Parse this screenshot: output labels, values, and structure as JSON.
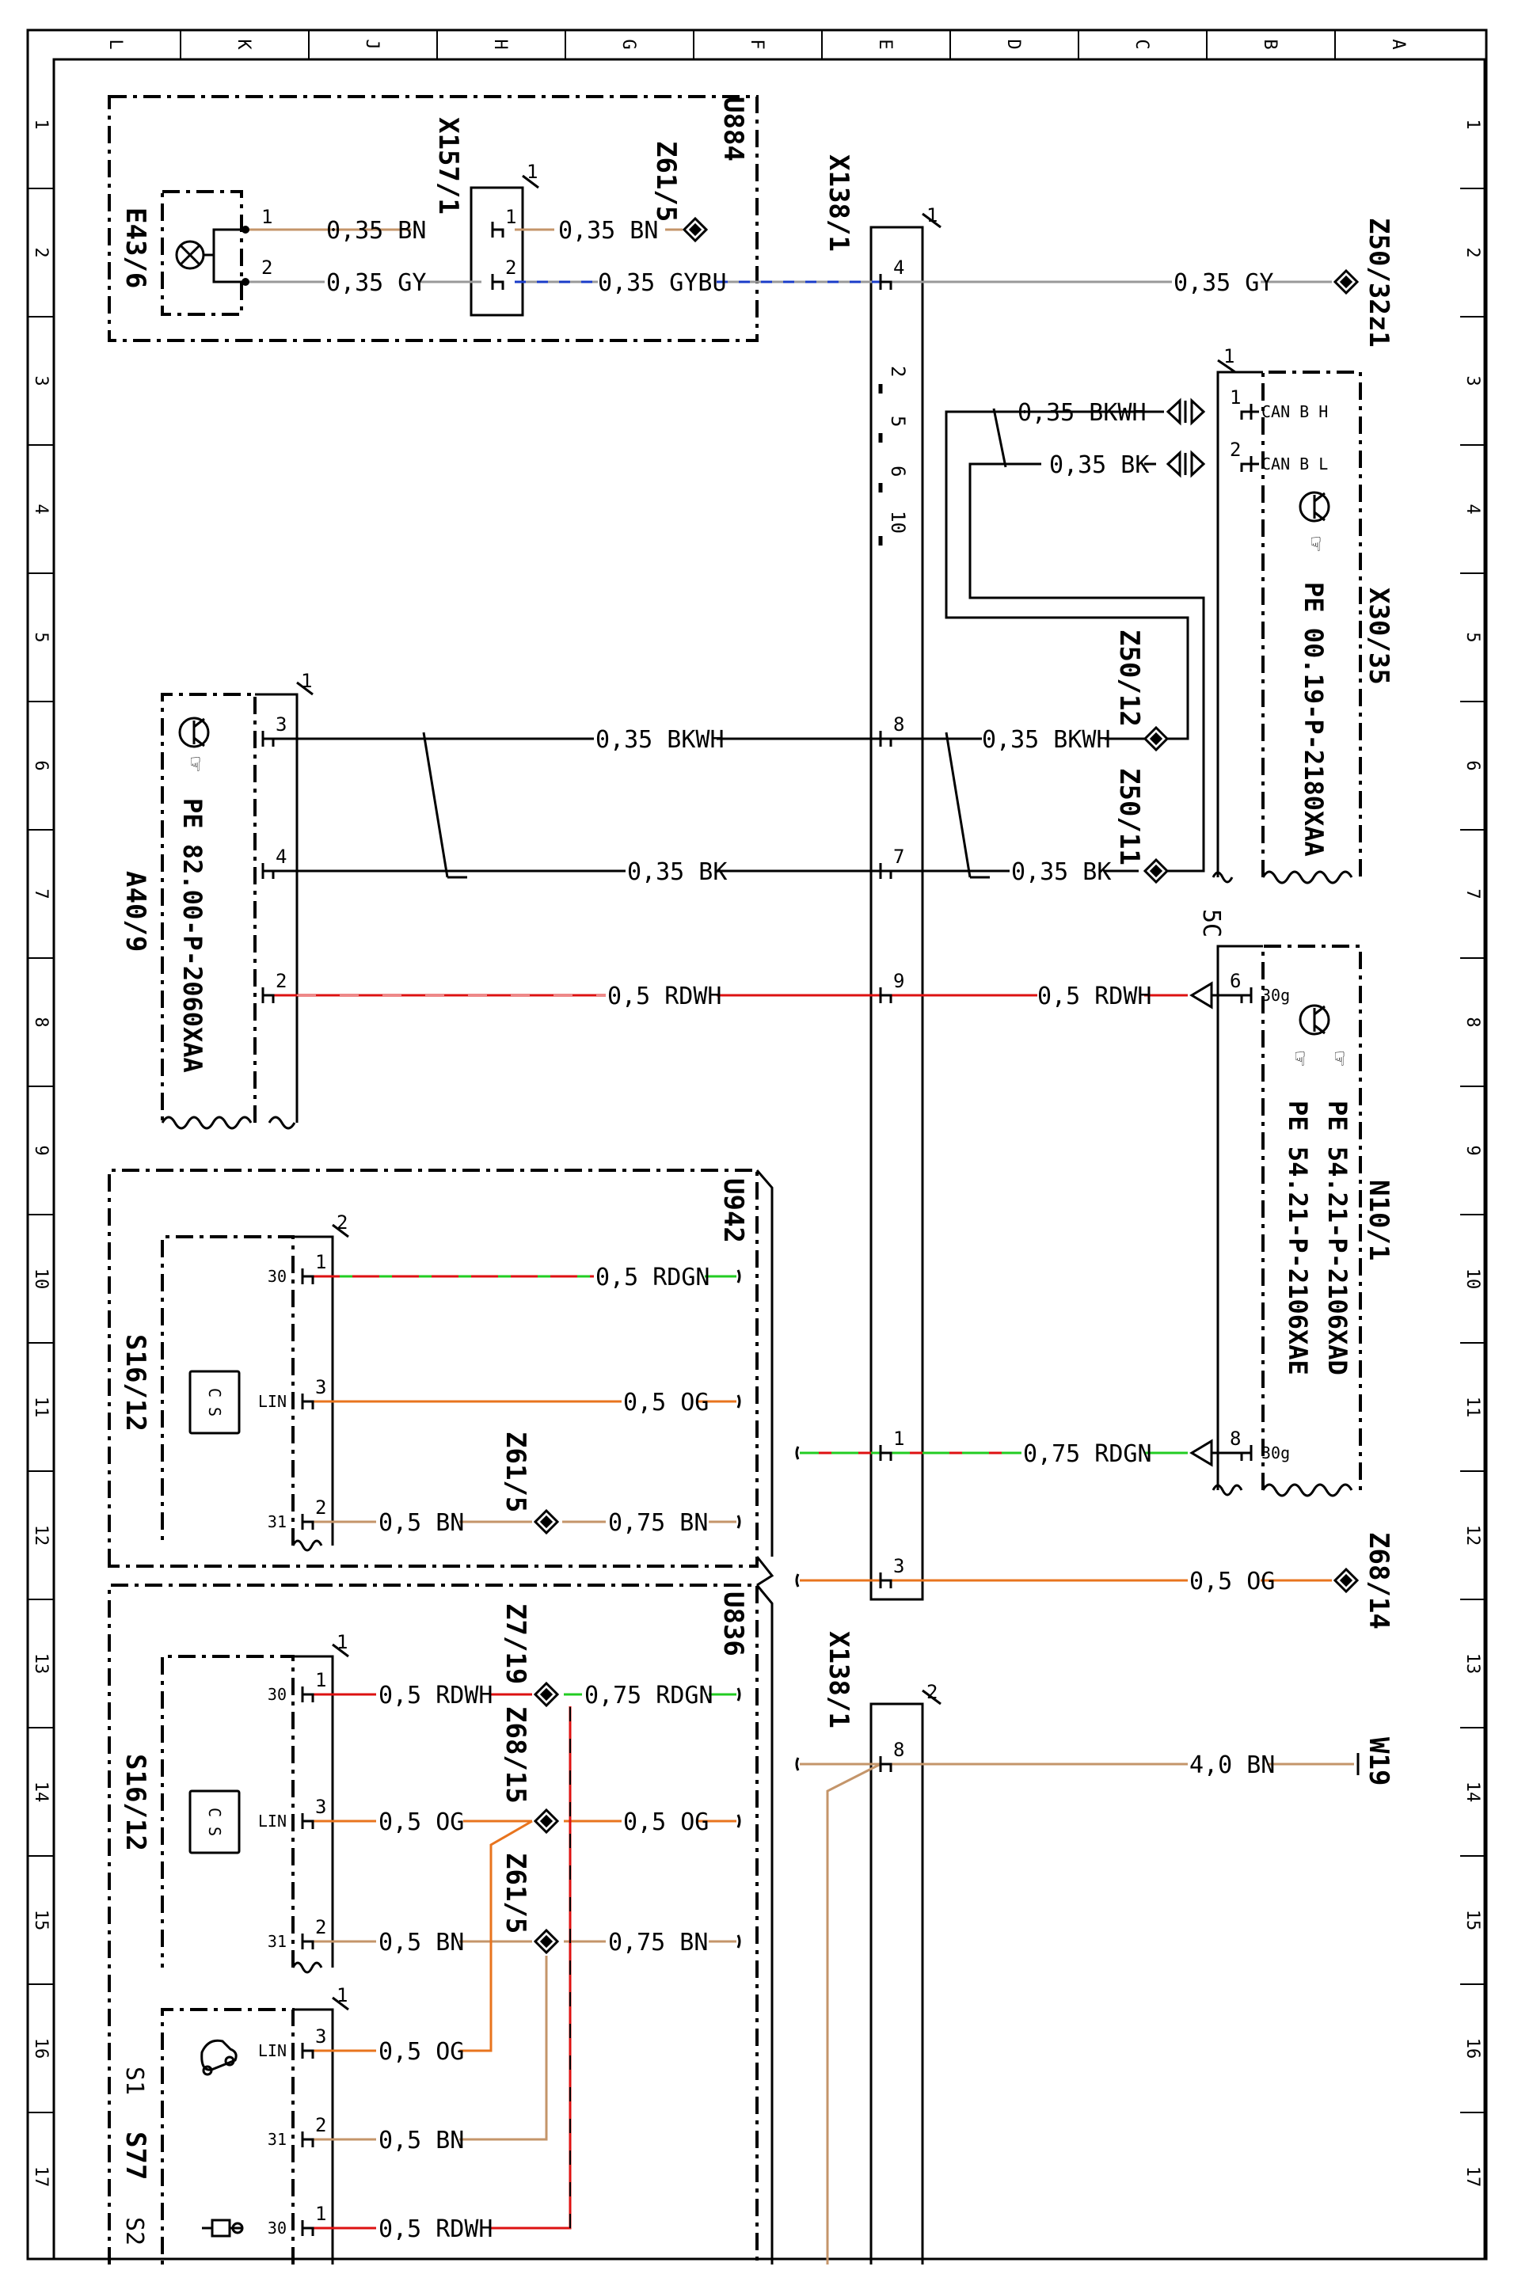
{
  "colors": {
    "BN": "#c4956a",
    "GY": "#999999",
    "BU": "#1a3cc8",
    "RD": "#dd1111",
    "GN": "#22cc22",
    "OG": "#e8741e",
    "BK": "#000000",
    "WH": "#ffffff"
  },
  "grid": {
    "top": [
      "L",
      "K",
      "J",
      "H",
      "G",
      "F",
      "E",
      "D",
      "C",
      "B",
      "A"
    ],
    "side": [
      "1",
      "2",
      "3",
      "4",
      "5",
      "6",
      "7",
      "8",
      "9",
      "10",
      "11",
      "12",
      "13",
      "14",
      "15",
      "16",
      "17"
    ]
  },
  "components": {
    "U884": "U884",
    "E43_6": "E43/6",
    "X157_1": "X157/1",
    "Z61_5": "Z61/5",
    "X138_1": "X138/1",
    "Z50_32z1": "Z50/32z1",
    "X30_35": "X30/35",
    "Z50_12": "Z50/12",
    "Z50_11": "Z50/11",
    "A40_9": "A40/9",
    "N10_1": "N10/1",
    "U942": "U942",
    "S16_12": "S16/12",
    "U836": "U836",
    "Z7_19": "Z7/19",
    "Z68_15": "Z68/15",
    "Z68_14": "Z68/14",
    "W19": "W19",
    "S77": "S77",
    "S1": "S1",
    "S2": "S2",
    "5C": "5C"
  },
  "pe_refs": {
    "x30": "PE 00.19-P-2180XAA",
    "a40": "PE 82.00-P-2060XAA",
    "n10a": "PE 54.21-P-2106XAD",
    "n10b": "PE 54.21-P-2106XAE"
  },
  "pin_names": {
    "can_bh": "CAN B H",
    "can_bl": "CAN B L",
    "p30g": "30g",
    "p30": "30",
    "p31": "31",
    "lin": "LIN"
  },
  "pins": {
    "one": "1",
    "two": "2",
    "three": "3",
    "four": "4",
    "five": "5",
    "six": "6",
    "seven": "7",
    "eight": "8",
    "nine": "9",
    "ten": "10"
  },
  "wires": {
    "bn035": "0,35 BN",
    "gy035": "0,35 GY",
    "gybu035": "0,35 GYBU",
    "bkwh035": "0,35 BKWH",
    "bk035": "0,35 BK",
    "rdwh05": "0,5 RDWH",
    "rdgn05": "0,5 RDGN",
    "og05": "0,5 OG",
    "bn05": "0,5 BN",
    "bn075": "0,75 BN",
    "rdgn075": "0,75 RDGN",
    "bn40": "4,0 BN"
  }
}
